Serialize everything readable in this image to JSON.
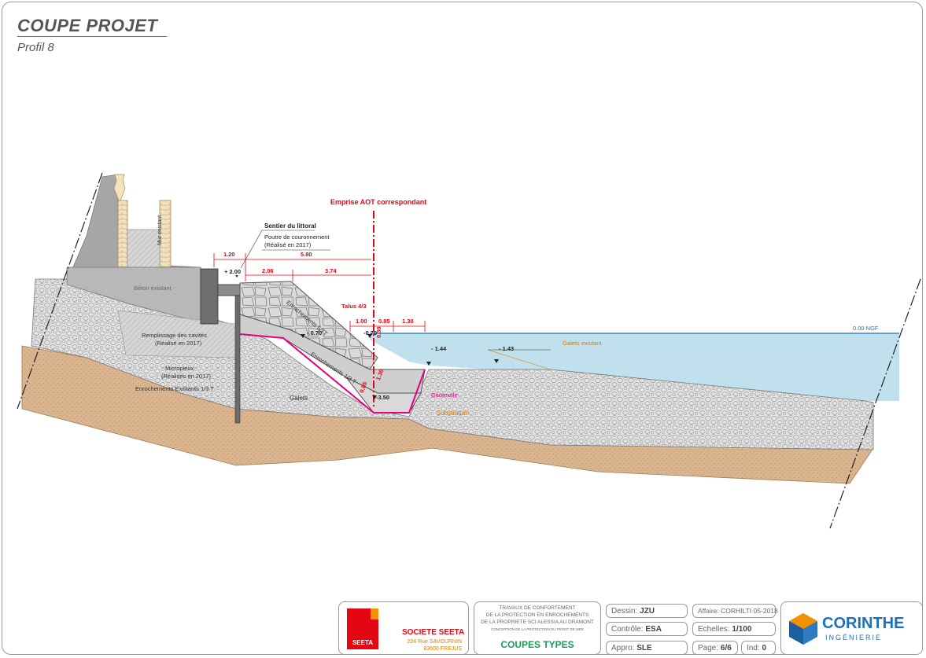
{
  "header": {
    "title": "COUPE PROJET",
    "subtitle": "Profil 8"
  },
  "labels": {
    "emprise": "Emprise AOT correspondant",
    "sentier": "Sentier du littoral",
    "poutre_1": "Poutre de couronnement",
    "poutre_2": "(Réalisé en 2017)",
    "mur": "Mur existant",
    "beton": "Béton existant",
    "remplissage_1": "Remplissage des cavités",
    "remplissage_2": "(Réalisé en 2017)",
    "micropieux_1": "Micropieux",
    "micropieux_2": "(Réalisés en 2017)",
    "enroch_exist": "Enrochements Existants 1/3 T",
    "galets": "Galets",
    "enroch_57": "Enrochements 5/7T",
    "enroch_13": "Enrochements 1/3 T",
    "talus": "Talus 4/3",
    "ngf": "0.00 NGF",
    "galets_existant": "Galets existant",
    "geotextile": "Géotextile",
    "substratum": "Substratum"
  },
  "dimensions": {
    "d_120": "1.20",
    "d_580": "5.80",
    "d_206": "2.06",
    "d_374": "3.74",
    "d_100": "1.00",
    "d_085": "0.85",
    "d_130": "1.30",
    "d_030": "0.30",
    "d_085b": "0.85",
    "d_130b": "1.30"
  },
  "elevations": {
    "e_200": "+ 2.00",
    "e_070a": "- 0.70",
    "e_070b": "-0.70",
    "e_144": "- 1.44",
    "e_143": "- 1.43",
    "e_350": "-3.50"
  },
  "titleblock": {
    "company_name": "SOCIETE SEETA",
    "company_addr1": "224 Rue SAVOURNIN",
    "company_addr2": "83600 FREJUS",
    "logo_text": "SEETA",
    "project_1": "TRAVAUX DE CONFORTEMENT",
    "project_2": "DE LA PROTECTION EN ENROCHEMENTS",
    "project_3": "DE LA PROPRIETE SCI ALESSIA AU DRAMONT",
    "project_4": "CONCEPTION DE LA PROTECTION DU FRONT DE MER",
    "doc_type": "COUPES TYPES",
    "dessin_label": "Dessin:",
    "dessin_value": "JZU",
    "controle_label": "Contrôle:",
    "controle_value": "ESA",
    "appro_label": "Appro:",
    "appro_value": "SLE",
    "affaire_label": "Affaire:",
    "affaire_value": "CORHILTI 05-2018",
    "echelles_label": "Echelles:",
    "echelles_value": "1/100",
    "page_label": "Page:",
    "page_value": "6/6",
    "ind_label": "Ind:",
    "ind_value": "0",
    "corinthe_1": "CORINTHE",
    "corinthe_2": "INGÉNIERIE"
  },
  "colors": {
    "red": "#e30613",
    "magenta": "#e6007e",
    "water": "#bfe0ec",
    "sand": "#d9b48f",
    "grey": "#bdbdbd",
    "orange": "#e07a00"
  }
}
